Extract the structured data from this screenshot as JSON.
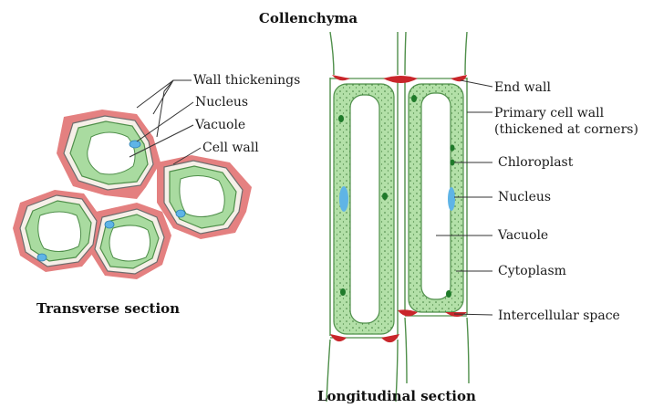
{
  "title": "Collenchyma",
  "transverse": {
    "caption": "Transverse section",
    "labels": {
      "wall_thickenings": "Wall thickenings",
      "nucleus": "Nucleus",
      "vacuole": "Vacuole",
      "cell_wall": "Cell wall"
    }
  },
  "longitudinal": {
    "caption": "Longitudinal section",
    "labels": {
      "end_wall": "End wall",
      "primary_wall_line1": "Primary cell wall",
      "primary_wall_line2": "(thickened at corners)",
      "chloroplast": "Chloroplast",
      "nucleus": "Nucleus",
      "vacuole": "Vacuole",
      "cytoplasm": "Cytoplasm",
      "intercellular_space": "Intercellular space"
    }
  },
  "colors": {
    "thickening": "#e06b6b",
    "cytoplasm": "#a9dba0",
    "wall": "#4f8f4a",
    "nucleus": "#5fb4e6",
    "chloroplast": "#1f7a2a",
    "corner": "#c9262b"
  }
}
